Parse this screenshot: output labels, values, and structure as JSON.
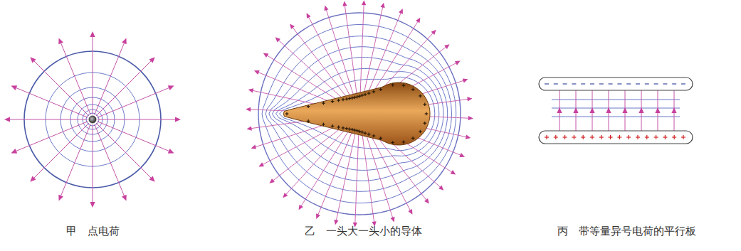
{
  "diagram": {
    "labels": [
      "甲　点电荷",
      "乙　一头大一头小的导体",
      "丙　带等量异号电荷的平行板"
    ]
  }
}
